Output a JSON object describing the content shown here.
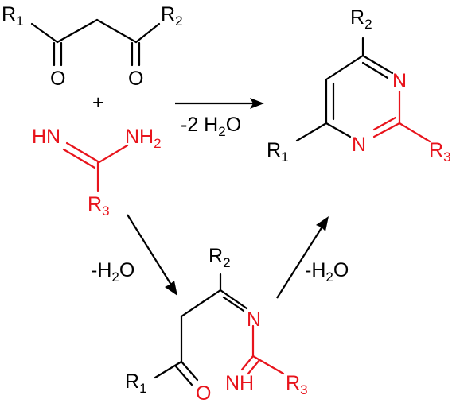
{
  "diketone": {
    "r1": {
      "base": "R",
      "sub": "1"
    },
    "r2": {
      "base": "R",
      "sub": "2"
    },
    "o_left": "O",
    "o_right": "O"
  },
  "plus": "+",
  "amidine": {
    "hn": "HN",
    "nh2": {
      "base": "NH",
      "sub": "2"
    },
    "r3": {
      "base": "R",
      "sub": "3"
    }
  },
  "product": {
    "r2": {
      "base": "R",
      "sub": "2"
    },
    "n_top": "N",
    "n_bottom": "N",
    "r1": {
      "base": "R",
      "sub": "1"
    },
    "r3": {
      "base": "R",
      "sub": "3"
    }
  },
  "intermediate": {
    "r2": {
      "base": "R",
      "sub": "2"
    },
    "n": "N",
    "r1": {
      "base": "R",
      "sub": "1"
    },
    "o": "O",
    "nh": "NH",
    "r3": {
      "base": "R",
      "sub": "3"
    }
  },
  "arrows": {
    "direct": {
      "pre": "-2 H",
      "sub": "2",
      "post": "O"
    },
    "step1": {
      "pre": "-H",
      "sub": "2",
      "post": "O"
    },
    "step2": {
      "pre": "-H",
      "sub": "2",
      "post": "O"
    }
  },
  "colors": {
    "reagent": "#e8141c",
    "structure": "#000000"
  }
}
